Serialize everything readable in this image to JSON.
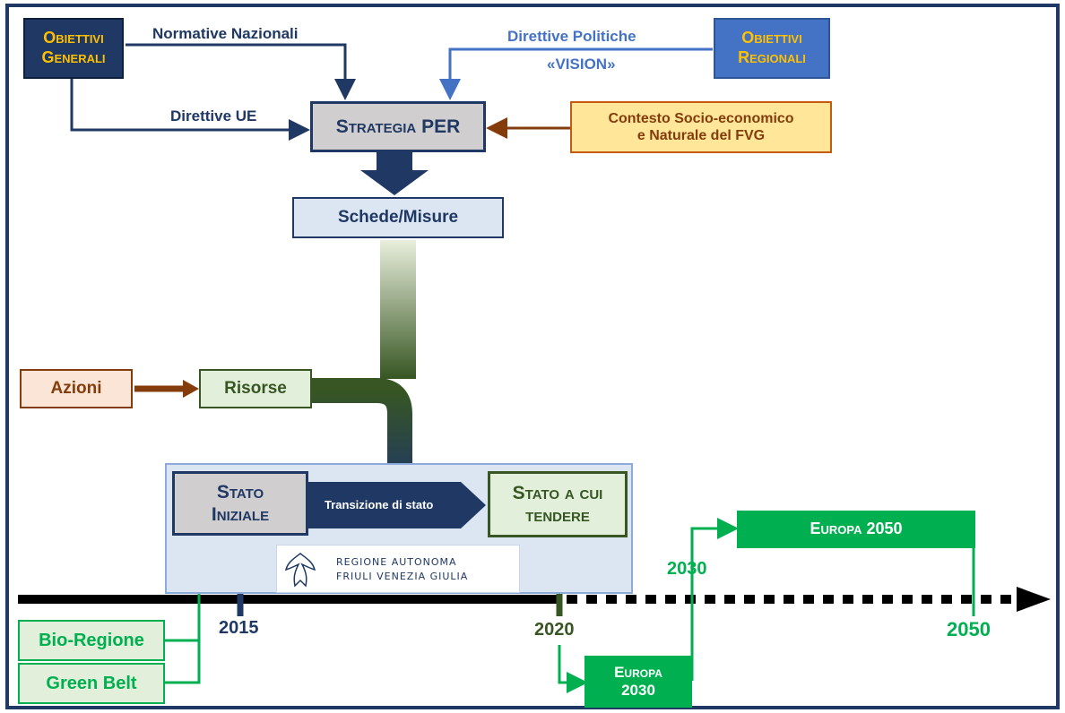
{
  "title": "",
  "colors": {
    "navy": "#1f3864",
    "mid_blue": "#4472c4",
    "orange_brown": "#843c0c",
    "yellow_fill": "#ffe699",
    "green_dark": "#375623",
    "green_bright": "#00b050",
    "grey": "#d0cece"
  },
  "top": {
    "obiettivi_generali": [
      "Obiettivi",
      "Generali"
    ],
    "obiettivi_regionali": [
      "Obiettivi",
      "Regionali"
    ],
    "normative_nazionali": "Normative Nazionali",
    "direttive_politiche": "Direttive Politiche",
    "vision": "«VISION»",
    "direttive_ue": "Direttive UE",
    "strategia": "Strategia PER",
    "contesto": [
      "Contesto Socio-economico",
      "e Naturale del FVG"
    ],
    "schede": "Schede/Misure"
  },
  "middle": {
    "azioni": "Azioni",
    "risorse": "Risorse",
    "stato_iniziale": [
      "Stato",
      "Iniziale"
    ],
    "transizione": "Transizione di stato",
    "stato_tendere": [
      "Stato a cui",
      "tendere"
    ],
    "logo": [
      "REGIONE AUTONOMA",
      "FRIULI VENEZIA GIULIA"
    ]
  },
  "timeline": {
    "years": [
      "2015",
      "2020",
      "2030",
      "2050"
    ],
    "bio_regione": "Bio-Regione",
    "green_belt": "Green Belt",
    "europa_2030": [
      "Europa",
      "2030"
    ],
    "europa_2050": "Europa 2050"
  }
}
